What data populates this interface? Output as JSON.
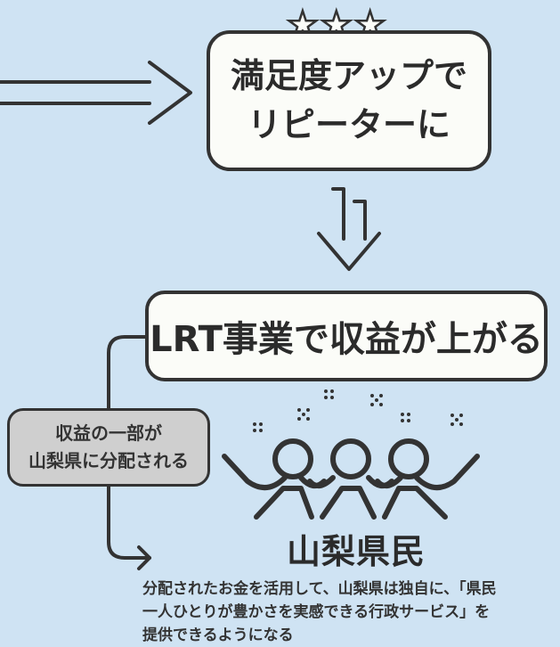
{
  "box_satisfaction": {
    "line1": "満足度アップで",
    "line2": "リピーターに"
  },
  "box_revenue": {
    "label": "LRT事業で収益が上がる"
  },
  "distribution_note": {
    "line1": "収益の一部が",
    "line2": "山梨県に分配される"
  },
  "residents": {
    "title": "山梨県民",
    "description_lines": [
      "分配されたお金を活用して、山梨県は独自に、「県民",
      "一人ひとりが豊かさを実感できる行政サービス」を",
      "提供できるようになる"
    ]
  },
  "stars": {
    "count": 3
  },
  "colors": {
    "background": "#cfe3f3",
    "box_fill": "#fbfcf8",
    "outline": "#333333",
    "note_fill": "#cfcfcf"
  }
}
